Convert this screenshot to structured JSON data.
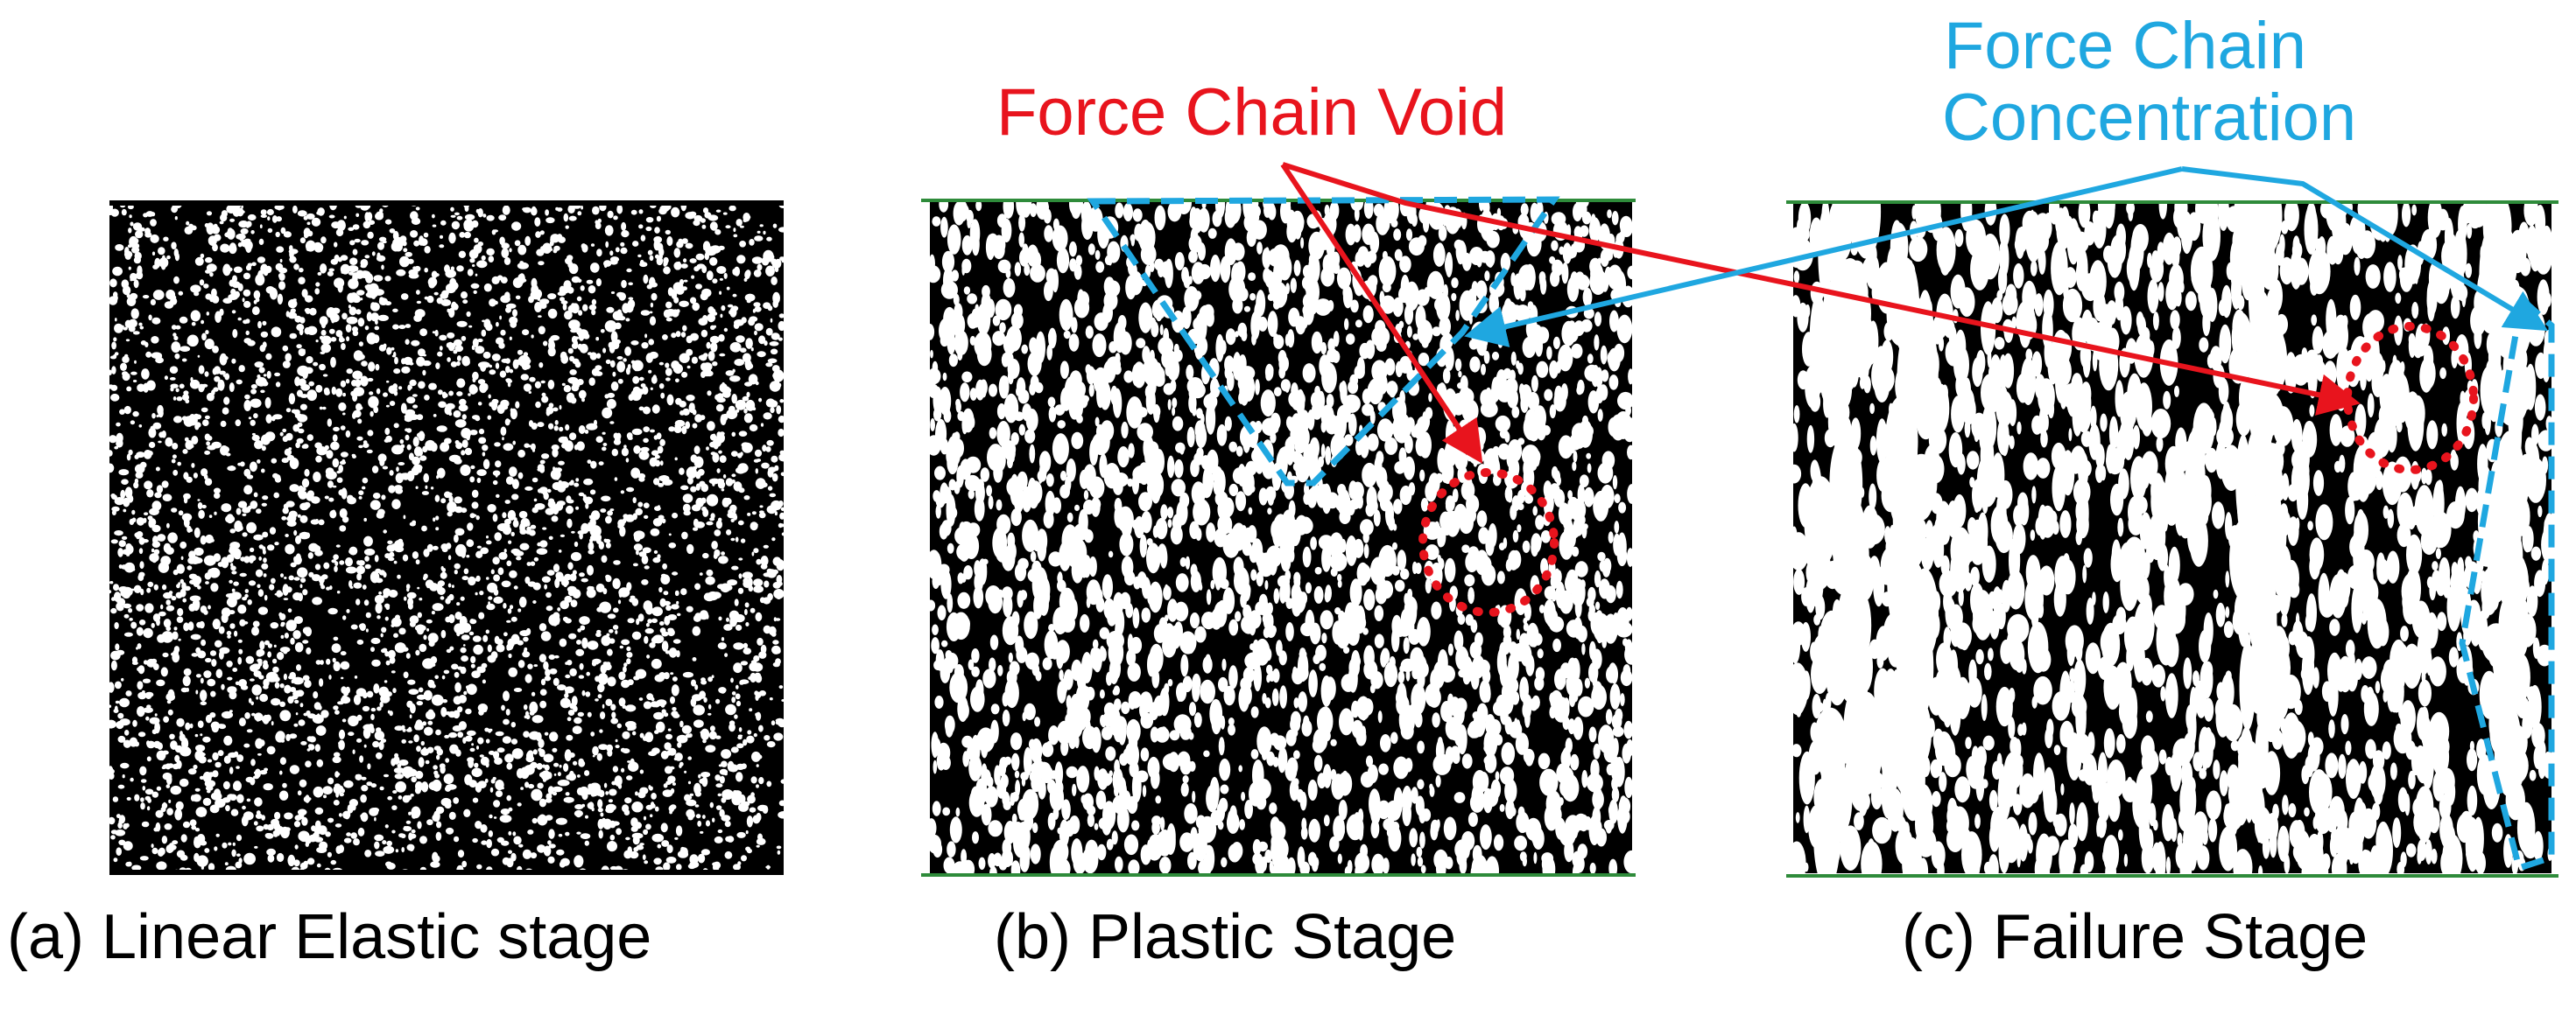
{
  "panels": [
    {
      "id": "a",
      "caption": "(a)  Linear Elastic stage"
    },
    {
      "id": "b",
      "caption": "(b)   Plastic Stage"
    },
    {
      "id": "c",
      "caption": "(c)  Failure Stage"
    }
  ],
  "annotations": {
    "void": {
      "label": "Force Chain Void",
      "color": "#e8141d"
    },
    "concentration": {
      "label_line1": "Force Chain",
      "label_line2": "Concentration",
      "color": "#1fa7e0"
    }
  },
  "colors": {
    "network": "#000000",
    "boundary": "#2e8b3a",
    "background": "#ffffff"
  }
}
